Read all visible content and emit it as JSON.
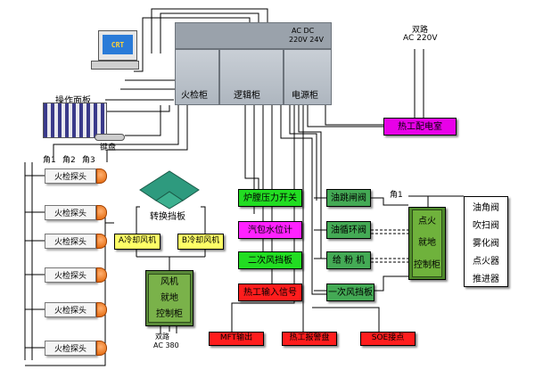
{
  "power": {
    "dual_path": "双路",
    "ac220": "AC 220V"
  },
  "crt": {
    "label": "CRT"
  },
  "keyboard": {
    "label": "键盘"
  },
  "panel": {
    "label": "操作面板"
  },
  "cabinets": {
    "fire": "火检柜",
    "logic": "逻辑柜",
    "power_cab": "电源柜",
    "ac_dc": "AC  DC",
    "volt": "220V 24V"
  },
  "thermal_room": "热工配电室",
  "angles": {
    "a1": "角1",
    "a2": "角2",
    "a3": "角3",
    "a1b": "角1"
  },
  "detectors": [
    "火检探头",
    "火检探头",
    "火检探头",
    "火检探头",
    "火检探头",
    "火检探头"
  ],
  "switch_board": "转换挡板",
  "fans": {
    "a": "A冷却风机",
    "b": "B冷却风机"
  },
  "fan_panel": {
    "l1": "风机",
    "l2": "就地",
    "l3": "控制柜"
  },
  "fan_power": {
    "dual": "双路",
    "ac380": "AC 380"
  },
  "signals": [
    "炉膛压力开关",
    "汽包水位计",
    "二次风挡板",
    "热工输入信号"
  ],
  "valves": [
    "油跳闸阀",
    "油循环阀",
    "给 粉 机",
    "一次风挡板"
  ],
  "ignition_panel": {
    "l1": "点火",
    "l2": "就地",
    "l3": "控制柜"
  },
  "devices": [
    "油角阀",
    "吹扫阀",
    "雾化阀",
    "点火器",
    "推进器"
  ],
  "outputs": [
    "MFT输出",
    "热工报警盘",
    "SOE接点"
  ]
}
